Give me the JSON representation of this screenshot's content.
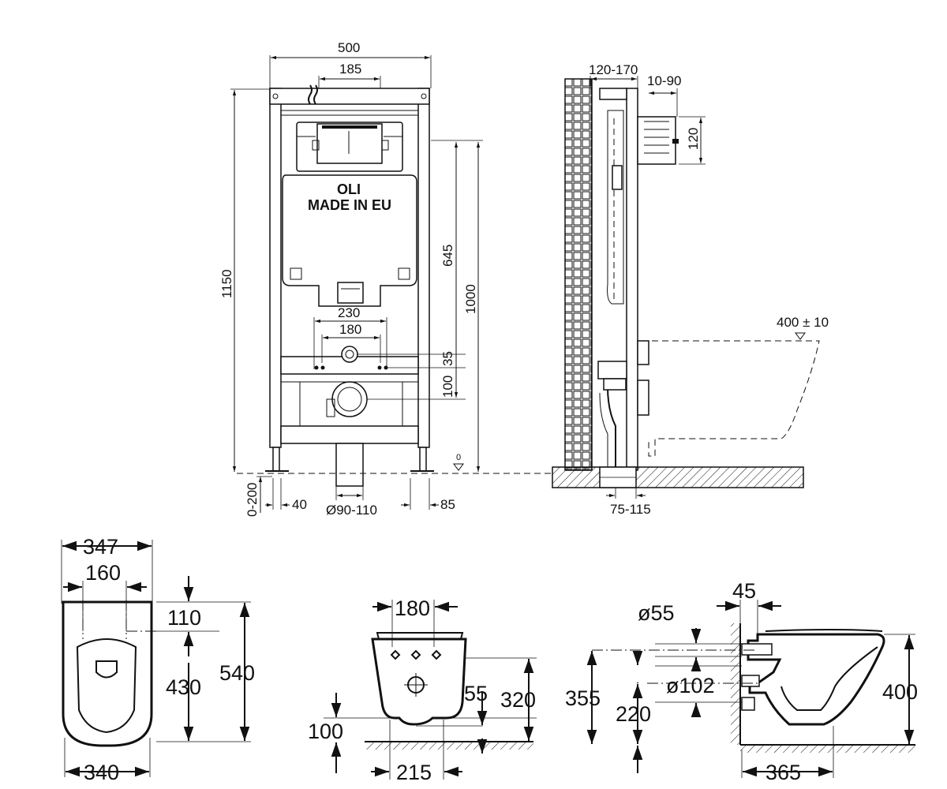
{
  "frame_front": {
    "logo_brand": "OLI",
    "logo_origin": "MADE IN EU",
    "dim_width_total": "500",
    "dim_width_top": "185",
    "dim_height_total": "1150",
    "dim_outlet_height": "1000",
    "dim_plate_height": "645",
    "dim_bolt_outer": "230",
    "dim_bolt_inner": "180",
    "dim_small_gap": "35",
    "dim_drain_height": "100",
    "dim_floor_adjust": "0-200",
    "dim_foot_left": "40",
    "dim_pipe_diameter": "Ø90-110",
    "dim_foot_right": "85",
    "zero_mark": "0"
  },
  "frame_side": {
    "dim_wall_depth": "120-170",
    "dim_offset": "10-90",
    "dim_box_height": "120",
    "dim_bowl_projection": "400 ± 10",
    "dim_base": "75-115"
  },
  "bowl_top": {
    "dim_width_top": "347",
    "dim_holes": "160",
    "dim_hole_offset": "110",
    "dim_inner": "430",
    "dim_length": "540",
    "dim_width_bottom": "340"
  },
  "bowl_back": {
    "dim_bolts": "180",
    "dim_pipe_offset": "55",
    "dim_height": "320",
    "dim_floor": "100",
    "dim_base_width": "215"
  },
  "bowl_side": {
    "dim_wall_gap": "45",
    "dim_inlet_diameter": "ø55",
    "dim_outlet_diameter": "ø102",
    "dim_height_total": "355",
    "dim_outlet_height": "220",
    "dim_rim_height": "400",
    "dim_depth": "365"
  }
}
